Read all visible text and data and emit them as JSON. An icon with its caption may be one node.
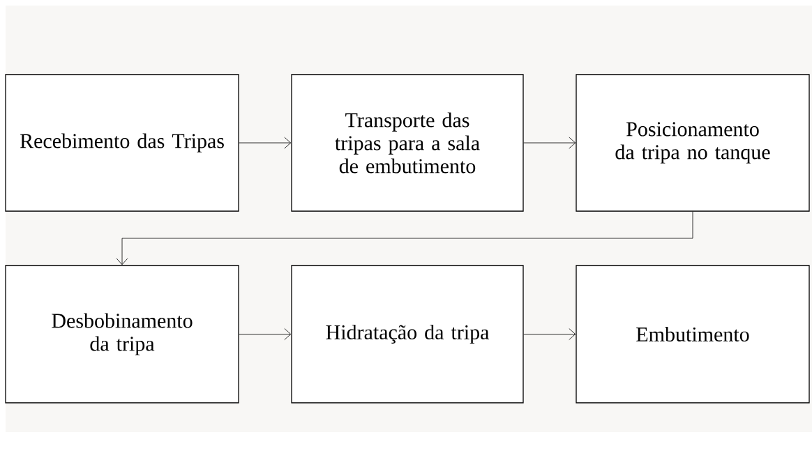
{
  "diagram": {
    "nodes": [
      {
        "text": [
          "Recebimento das Tripas"
        ]
      },
      {
        "text": [
          "Transporte das tripas para a sala de embutimento"
        ]
      },
      {
        "text": [
          "Posicionamento da tripa no tanque"
        ]
      },
      {
        "text": [
          "Desbobinamento da tripa"
        ]
      },
      {
        "text": [
          "Hidratação da tripa"
        ]
      },
      {
        "text": [
          "Embutimento"
        ]
      }
    ],
    "edges": [
      {
        "from": 0,
        "to": 1,
        "arrow": "to"
      },
      {
        "from": 1,
        "to": 2,
        "arrow": "to"
      },
      {
        "from": 2,
        "to": 3,
        "arrow": "to"
      },
      {
        "from": 3,
        "to": 4,
        "arrow": "to"
      },
      {
        "from": 4,
        "to": 5,
        "arrow": "to"
      }
    ]
  }
}
